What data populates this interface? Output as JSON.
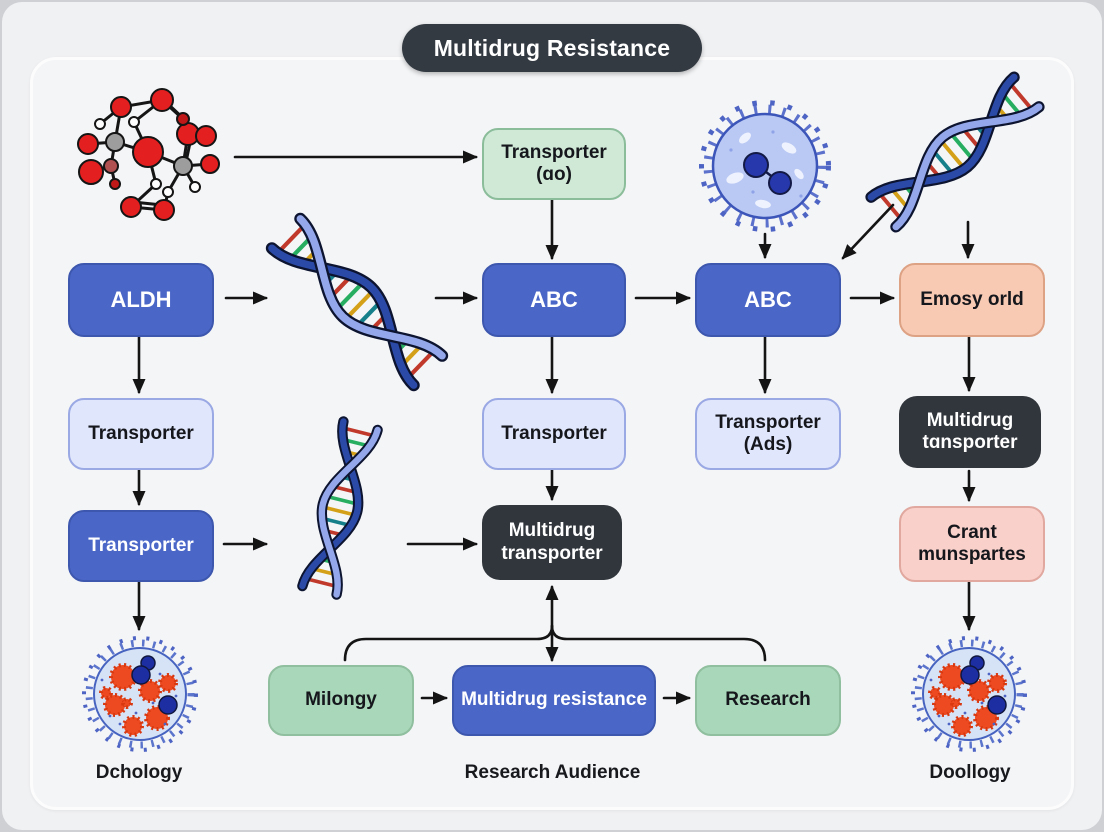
{
  "title": "Multidrug Resistance",
  "nodes": {
    "transporter_ao": "Transporter\n(ɑo)",
    "aldh": "ALDH",
    "abc_mid": "ABC",
    "abc_right": "ABC",
    "emosy_orld": "Emosy orld",
    "transporter_left": "Transporter",
    "transporter_mid": "Transporter",
    "transporter_ads": "Transporter\n(Ads)",
    "multidrug_tansporter": "Multidrug\ntɑnsporter",
    "transporter_left2": "Transporter",
    "multidrug_transporter": "Multidrug\ntransporter",
    "crant_munspartes": "Crant\nmunspartes",
    "milongy": "Milongy",
    "multidrug_resistance": "Multidrug resistance",
    "research": "Research"
  },
  "captions": {
    "left": "Dchology",
    "center": "Research Audience",
    "right": "Doollogy"
  },
  "icons": {
    "molecule": "molecule-illustration",
    "dna_upper_left": "dna-helix-illustration",
    "dna_lower_left": "dna-helix-illustration",
    "dna_top_right": "dna-helix-illustration",
    "virus": "virus-particle-illustration",
    "cell_left": "infected-cell-illustration",
    "cell_right": "infected-cell-illustration"
  },
  "colors": {
    "blue": "#4a67c8",
    "light_blue": "#e0e6fb",
    "green": "#a8d7b9",
    "green_light": "#cfe9d6",
    "salmon": "#f8cab4",
    "pink": "#f9d0ca",
    "dark_box": "#31363c",
    "title_bg": "#343a42",
    "panel_bg": "#f4f5f7",
    "arrow": "#141414"
  }
}
